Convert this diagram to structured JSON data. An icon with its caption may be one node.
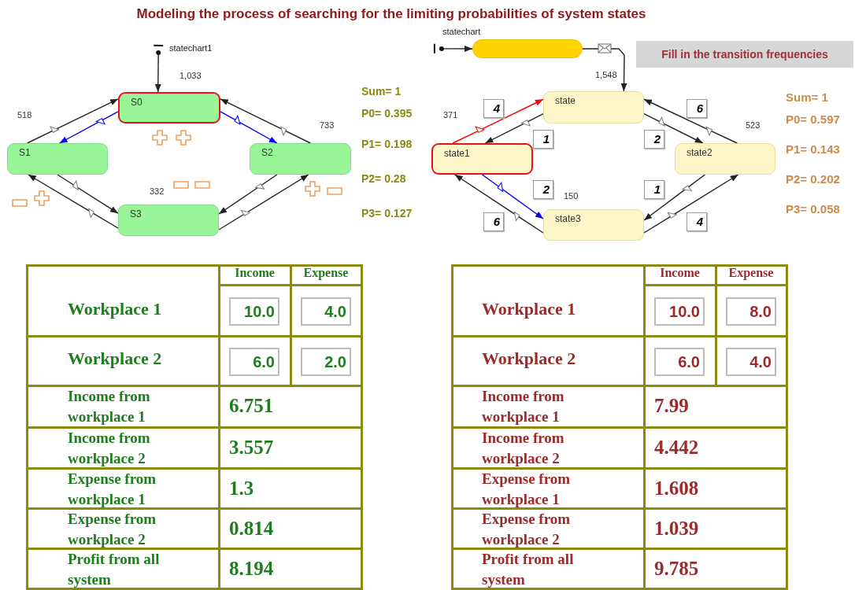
{
  "diagram": {
    "title": "Modeling the process of searching for the limiting probabilities of system states",
    "nodes": [
      {
        "text": [
          "S0"
        ],
        "beside": [
          "1,033"
        ]
      },
      {
        "text": [
          "S1"
        ],
        "beside": [
          "518"
        ]
      },
      {
        "text": [
          "S2"
        ],
        "beside": [
          "733"
        ]
      },
      {
        "text": [
          "S3"
        ],
        "beside": [
          "332"
        ]
      },
      {
        "text": [],
        "shape": "box"
      },
      {
        "text": [
          "Fill in the transition frequencies"
        ]
      },
      {
        "text": [
          "state"
        ],
        "beside": [
          "1,548"
        ]
      },
      {
        "text": [
          "state1"
        ],
        "beside": [
          "371"
        ]
      },
      {
        "text": [
          "state2"
        ],
        "beside": [
          "523"
        ]
      },
      {
        "text": [
          "state3"
        ],
        "beside": [
          "150"
        ]
      },
      {
        "text": [
          "statechart1"
        ]
      },
      {
        "text": [
          "statechart"
        ]
      }
    ],
    "edges": [
      {
        "from": 10,
        "to": 0,
        "arrow": "to"
      },
      {
        "from": 1,
        "to": 0,
        "arrow": "to"
      },
      {
        "from": 0,
        "to": 1,
        "arrow": "to",
        "color": "#0000ff"
      },
      {
        "from": 0,
        "to": 2,
        "arrow": "to",
        "color": "#0000ff"
      },
      {
        "from": 2,
        "to": 0,
        "arrow": "to"
      },
      {
        "from": 1,
        "to": 3,
        "arrow": "to"
      },
      {
        "from": 3,
        "to": 1,
        "arrow": "to"
      },
      {
        "from": 3,
        "to": 2,
        "arrow": "to"
      },
      {
        "from": 2,
        "to": 3,
        "arrow": "to"
      },
      {
        "from": 11,
        "to": 4,
        "arrow": "to"
      },
      {
        "from": 4,
        "to": 6,
        "arrow": "to"
      },
      {
        "from": 7,
        "to": 6,
        "arrow": "to",
        "color": "#ff0000"
      },
      {
        "from": 6,
        "to": 7,
        "arrow": "to"
      },
      {
        "from": 6,
        "to": 8,
        "arrow": "to"
      },
      {
        "from": 8,
        "to": 6,
        "arrow": "to"
      },
      {
        "from": 7,
        "to": 9,
        "arrow": "to",
        "color": "#0000ff"
      },
      {
        "from": 9,
        "to": 7,
        "arrow": "to"
      },
      {
        "from": 8,
        "to": 9,
        "arrow": "to"
      },
      {
        "from": 9,
        "to": 8,
        "arrow": "to"
      }
    ],
    "labels": [
      "Sum= 1",
      "P0= 0.395",
      "P1= 0.198",
      "P2= 0.28",
      "P3= 0.127",
      "4",
      "6",
      "1",
      "2",
      "2",
      "1",
      "6",
      "4",
      "Sum= 1",
      "P0= 0.597",
      "P1= 0.143",
      "P2= 0.202",
      "P3= 0.058",
      "Income",
      "Expense",
      "Workplace 1",
      "10.0",
      "4.0",
      "Workplace 2",
      "6.0",
      "2.0",
      "Income from workplace 1",
      "6.751",
      "Income from workplace 2",
      "3.557",
      "Expense from workplace 1",
      "1.3",
      "Expense from workplace 2",
      "0.814",
      "Profit from all system",
      "8.194",
      "Income",
      "Expense",
      "Workplace 1",
      "10.0",
      "8.0",
      "Workplace 2",
      "6.0",
      "4.0",
      "Income from workplace 1",
      "7.99",
      "Income from workplace 2",
      "4.442",
      "Expense from workplace 1",
      "1.608",
      "Expense from workplace 2",
      "1.039",
      "Profit from all system",
      "9.785"
    ]
  }
}
